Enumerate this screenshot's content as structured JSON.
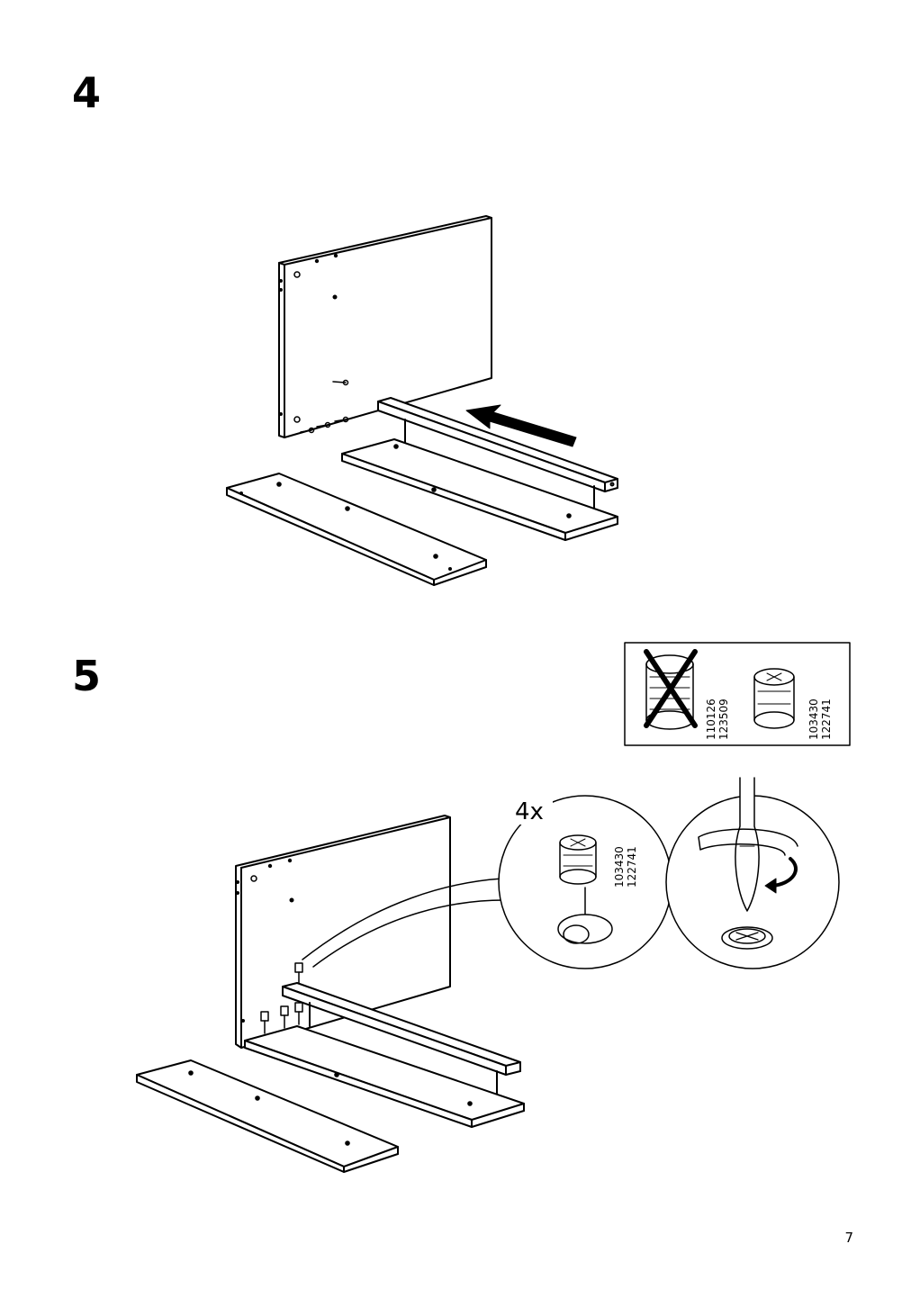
{
  "steps": [
    {
      "number": "4"
    },
    {
      "number": "5"
    }
  ],
  "legend": {
    "wrong_part": {
      "code_1": "110126",
      "code_2": "123509",
      "status": "incorrect"
    },
    "right_part": {
      "code_1": "103430",
      "code_2": "122741",
      "status": "correct"
    }
  },
  "detail": {
    "quantity": "4x",
    "code_1": "103430",
    "code_2": "122741"
  },
  "page_number": "7",
  "colors": {
    "ink": "#000000",
    "paper": "#ffffff"
  }
}
